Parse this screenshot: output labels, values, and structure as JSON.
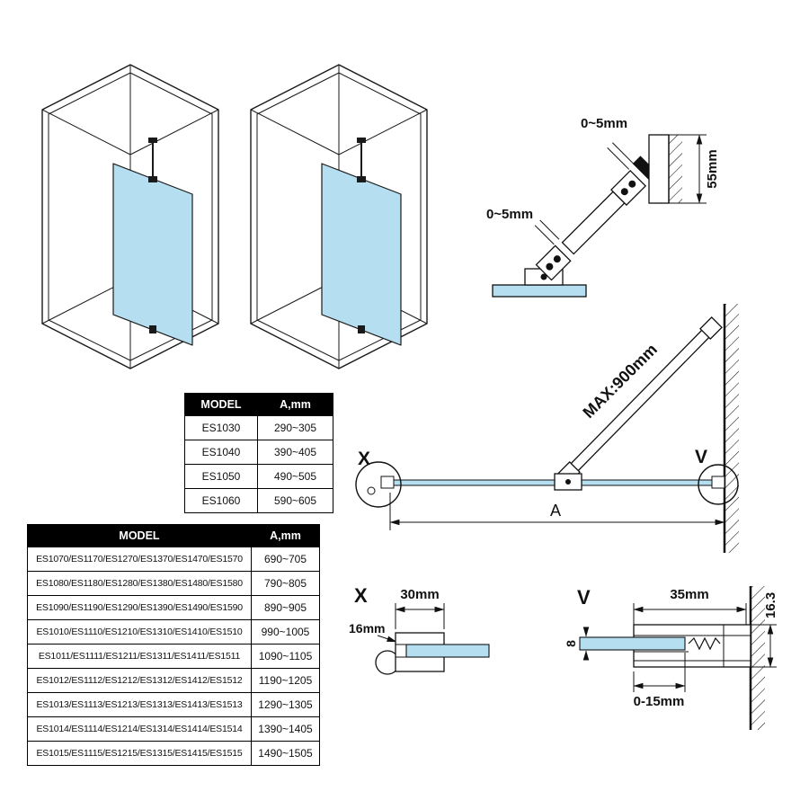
{
  "colors": {
    "glass": "#b5dff0",
    "line": "#111111",
    "table_header_bg": "#000000",
    "table_header_text": "#ffffff"
  },
  "bracket_detail": {
    "gap_top": "0~5mm",
    "gap_bottom": "0~5mm",
    "wall_height": "55mm"
  },
  "plan_view": {
    "bar_max": "MAX:900mm",
    "span_label": "A",
    "left_node": "X",
    "right_node": "V"
  },
  "detail_x": {
    "title": "X",
    "depth": "30mm",
    "offset": "16mm"
  },
  "detail_v": {
    "title": "V",
    "width": "35mm",
    "height": "16.3",
    "glass_thickness": "8",
    "adjustment": "0-15mm"
  },
  "tables": {
    "small": {
      "headers": [
        "MODEL",
        "A,mm"
      ],
      "rows": [
        [
          "ES1030",
          "290~305"
        ],
        [
          "ES1040",
          "390~405"
        ],
        [
          "ES1050",
          "490~505"
        ],
        [
          "ES1060",
          "590~605"
        ]
      ]
    },
    "large": {
      "headers": [
        "MODEL",
        "A,mm"
      ],
      "rows": [
        [
          "ES1070/ES1170/ES1270/ES1370/ES1470/ES1570",
          "690~705"
        ],
        [
          "ES1080/ES1180/ES1280/ES1380/ES1480/ES1580",
          "790~805"
        ],
        [
          "ES1090/ES1190/ES1290/ES1390/ES1490/ES1590",
          "890~905"
        ],
        [
          "ES1010/ES1110/ES1210/ES1310/ES1410/ES1510",
          "990~1005"
        ],
        [
          "ES1011/ES1111/ES1211/ES1311/ES1411/ES1511",
          "1090~1105"
        ],
        [
          "ES1012/ES1112/ES1212/ES1312/ES1412/ES1512",
          "1190~1205"
        ],
        [
          "ES1013/ES1113/ES1213/ES1313/ES1413/ES1513",
          "1290~1305"
        ],
        [
          "ES1014/ES1114/ES1214/ES1314/ES1414/ES1514",
          "1390~1405"
        ],
        [
          "ES1015/ES1115/ES1215/ES1315/ES1415/ES1515",
          "1490~1505"
        ]
      ]
    }
  }
}
